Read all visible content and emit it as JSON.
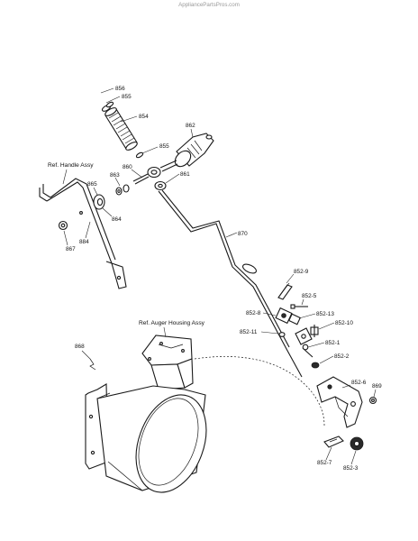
{
  "watermark": "AppliancePartsPros.com",
  "reference_labels": {
    "handle": "Ref. Handle Assy",
    "auger_housing": "Ref. Auger Housing Assy"
  },
  "part_labels": {
    "p856": "856",
    "p855a": "855",
    "p854": "854",
    "p862": "862",
    "p855b": "855",
    "p860": "860",
    "p863": "863",
    "p861": "861",
    "p865": "865",
    "p864": "864",
    "p884": "884",
    "p867": "867",
    "p870": "870",
    "p852_9": "852-9",
    "p852_5": "852-5",
    "p852_8": "852-8",
    "p852_13": "852-13",
    "p852_10": "852-10",
    "p852_11": "852-11",
    "p852_1": "852-1",
    "p852_2": "852-2",
    "p868": "868",
    "p852_6": "852-6",
    "p869": "869",
    "p852_7": "852-7",
    "p852_3": "852-3"
  }
}
